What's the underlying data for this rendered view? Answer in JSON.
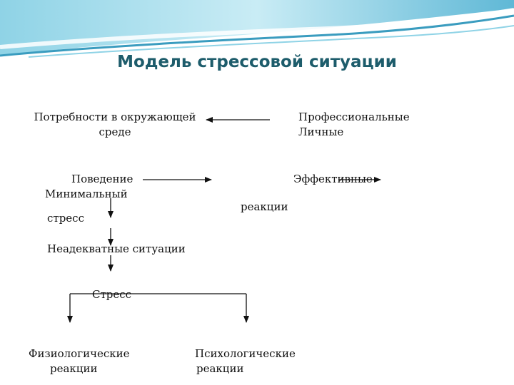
{
  "title": "Модель стрессовой ситуации",
  "colors": {
    "title": "#1d5c6b",
    "banner_light": "#d7f1f8",
    "banner_mid": "#8fd3e6",
    "banner_dark": "#3a9cbf",
    "lines": "#111111"
  },
  "nodes": {
    "needs": {
      "line1": "Потребности в окружающей",
      "line2": "среде"
    },
    "factors": {
      "line1": "Профессиональные",
      "line2": "Личные"
    },
    "behavior": {
      "line1": "Поведение",
      "line2": "Минимальный"
    },
    "effective": "Эффективные",
    "reactions": "реакции",
    "stress_small": "стресс",
    "inadequate": "Неадекватные ситуации",
    "stress": "Стресс",
    "physio": {
      "line1": "Физиологические",
      "line2": "реакции"
    },
    "psycho": {
      "line1": "Психологические",
      "line2": "реакции"
    }
  }
}
